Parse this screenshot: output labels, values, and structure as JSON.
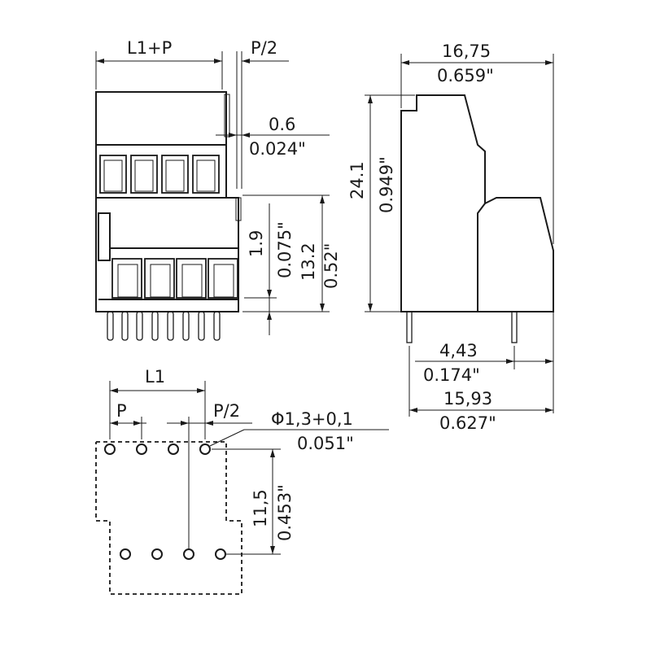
{
  "front_view": {
    "dim_l1_plus_p": "L1+P",
    "dim_p_half": "P/2",
    "dim_step_mm": "0.6",
    "dim_step_in": "0.024\"",
    "dim_pin_mm": "1.9",
    "dim_pin_in": "0.075\"",
    "dim_lower_height_mm": "13.2",
    "dim_lower_height_in": "0.52\""
  },
  "side_view": {
    "dim_width_mm": "16,75",
    "dim_width_in": "0.659\"",
    "dim_height_mm": "24.1",
    "dim_height_in": "0.949\"",
    "dim_pin_offset_mm": "4,43",
    "dim_pin_offset_in": "0.174\"",
    "dim_pin_span_mm": "15,93",
    "dim_pin_span_in": "0.627\""
  },
  "footprint": {
    "dim_l1": "L1",
    "dim_p": "P",
    "dim_p_half": "P/2",
    "dim_hole_mm": "Φ1,3+0,1",
    "dim_hole_in": "0.051\"",
    "dim_row_spacing_mm": "11,5",
    "dim_row_spacing_in": "0.453\""
  }
}
